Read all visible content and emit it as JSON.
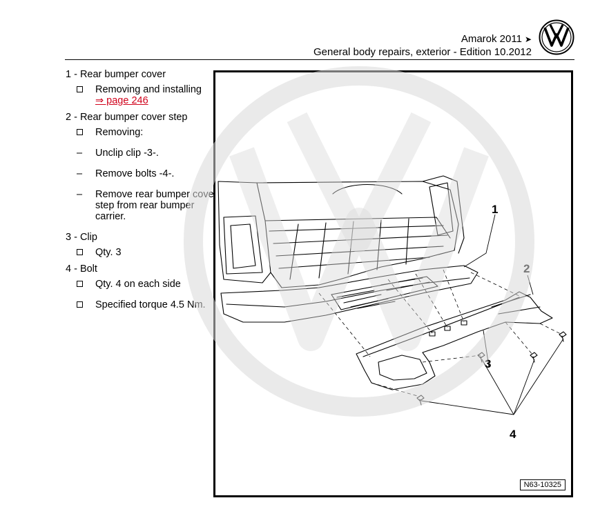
{
  "header": {
    "model": "Amarok 2011",
    "edition": "General body repairs, exterior - Edition 10.2012",
    "arrow_glyph": "➤"
  },
  "legend": [
    {
      "title": "1 - Rear bumper cover",
      "lines": [
        {
          "marker": "checkbox",
          "text": "Removing and installing",
          "link": "⇒ page 246"
        }
      ]
    },
    {
      "title": "2 - Rear bumper cover step",
      "lines": [
        {
          "marker": "checkbox",
          "text": "Removing:"
        },
        {
          "marker": "–",
          "text": "Unclip clip -3-."
        },
        {
          "marker": "–",
          "text": "Remove bolts -4-."
        },
        {
          "marker": "–",
          "text": "Remove rear bumper cover step from rear bumper carrier."
        }
      ]
    },
    {
      "title": "3 - Clip",
      "lines": [
        {
          "marker": "checkbox",
          "text": "Qty. 3"
        }
      ]
    },
    {
      "title": "4 - Bolt",
      "lines": [
        {
          "marker": "checkbox",
          "text": "Qty. 4 on each side"
        },
        {
          "marker": "checkbox",
          "text": "Specified torque 4.5 Nm."
        }
      ]
    }
  ],
  "figure": {
    "callouts": [
      "1",
      "2",
      "3",
      "4"
    ],
    "figure_id": "N63-10325"
  },
  "icons": {
    "logo": "vw-logo-icon",
    "checkbox": "checkbox-icon"
  },
  "colors": {
    "link": "#d0021b",
    "text": "#000000",
    "watermark": "#d9d9d9"
  }
}
